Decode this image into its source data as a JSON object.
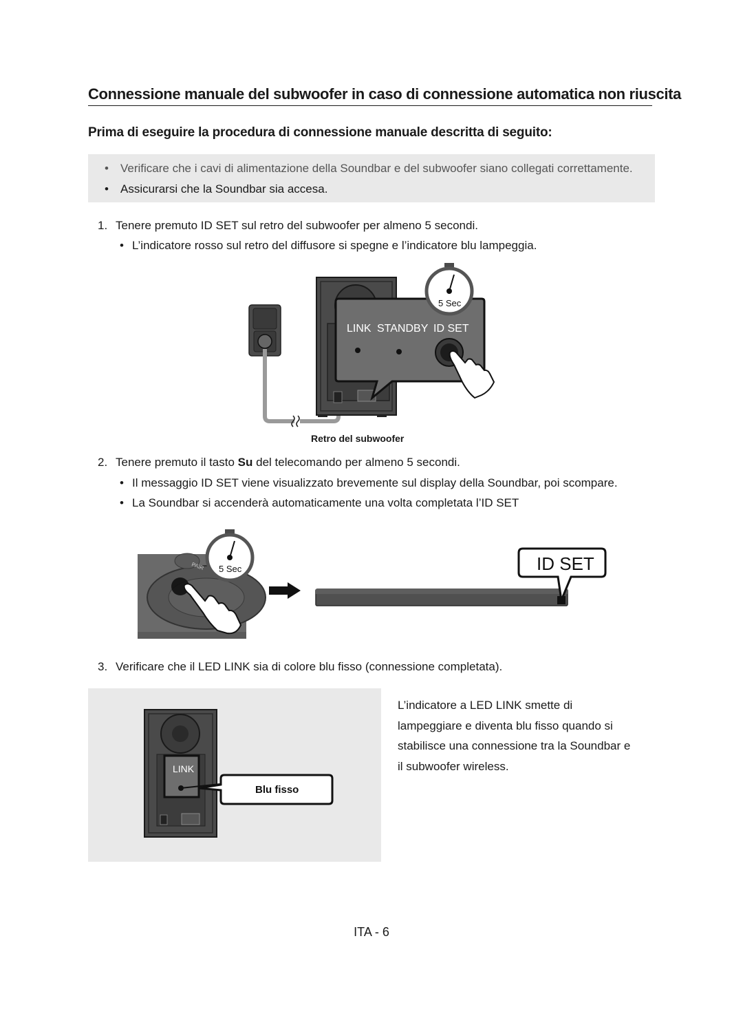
{
  "title": "Connessione manuale del subwoofer in caso di connessione automatica non riuscita",
  "subtitle": "Prima di eseguire la procedura di connessione manuale descritta di seguito:",
  "notes": [
    "Verificare che i cavi di alimentazione della Soundbar e del subwoofer siano collegati correttamente.",
    "Assicurarsi che la Soundbar sia accesa."
  ],
  "steps": [
    {
      "num": "1.",
      "text": "Tenere premuto ID SET sul retro del subwoofer per almeno 5 secondi.",
      "bullets": [
        "L’indicatore rosso sul retro del diffusore si spegne e l’indicatore blu lampeggia."
      ]
    },
    {
      "num": "2.",
      "text_before": "Tenere premuto il tasto ",
      "key": "Su",
      "text_after": " del telecomando per almeno 5 secondi.",
      "bullets": [
        "Il messaggio ID SET viene visualizzato brevemente sul display della Soundbar, poi scompare.",
        "La Soundbar si accenderà automaticamente una volta completata l’ID SET"
      ]
    },
    {
      "num": "3.",
      "text": "Verificare che il LED LINK sia di colore blu fisso (connessione completata)."
    }
  ],
  "figure1": {
    "timer_label": "5 Sec",
    "panel_labels": [
      "LINK",
      "STANDBY",
      "ID SET"
    ],
    "caption": "Retro del subwoofer"
  },
  "figure2": {
    "timer_label": "5 Sec",
    "remote_label": "PAIR",
    "display_text": "ID SET"
  },
  "figure3": {
    "link_label": "LINK",
    "callout": "Blu fisso",
    "description": [
      "L’indicatore a LED LINK smette di",
      "lampeggiare e diventa blu fisso quando si",
      "stabilisce una connessione tra la Soundbar e",
      "il subwoofer wireless."
    ]
  },
  "page_number": "ITA - 6",
  "colors": {
    "note_bg": "#e9e9e9",
    "panel_bg": "#6e6e6e",
    "speaker_body": "#4a4a4a",
    "cable": "#9a9a9a"
  }
}
